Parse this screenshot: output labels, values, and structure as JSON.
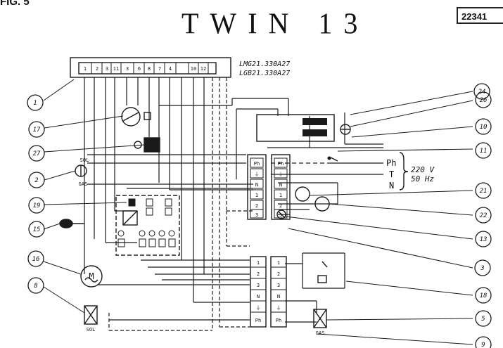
{
  "header": {
    "corner_label": "FIG. 5",
    "title": "TWIN 13",
    "code": "22341"
  },
  "parts": {
    "model_line_1": "LMG21.330A27",
    "model_line_2": "LGB21.330A27"
  },
  "callouts": [
    "1",
    "17",
    "27",
    "2",
    "19",
    "15",
    "16",
    "8",
    "24",
    "26",
    "10",
    "11",
    "21",
    "22",
    "13",
    "3",
    "18",
    "5",
    "9"
  ],
  "supply": {
    "phase": "Ph",
    "earth": "T",
    "neutral": "N",
    "voltage": "220 V",
    "frequency": "50 Hz"
  },
  "terminal_top_numbers": [
    "1",
    "2",
    "3",
    "11",
    "3",
    "6",
    "8",
    "7",
    "4",
    "10",
    "12"
  ],
  "terminal_block_right": [
    "Ph",
    "⏚",
    "N",
    "1",
    "2",
    "3"
  ],
  "terminal_block_left": [
    "Ph",
    "⏚",
    "N",
    "1",
    "2",
    "3"
  ],
  "terminal_block_bottom_left": [
    "1",
    "2",
    "3",
    "N",
    "⏚",
    "Ph"
  ],
  "terminal_block_bottom_right": [
    "1",
    "2",
    "3",
    "N",
    "⏚",
    "Ph"
  ],
  "component_labels": {
    "gas_top": "GAS",
    "gas_top_2": "SOL",
    "motor": "M",
    "valve_left": "SOL",
    "valve_right": "GAS"
  }
}
